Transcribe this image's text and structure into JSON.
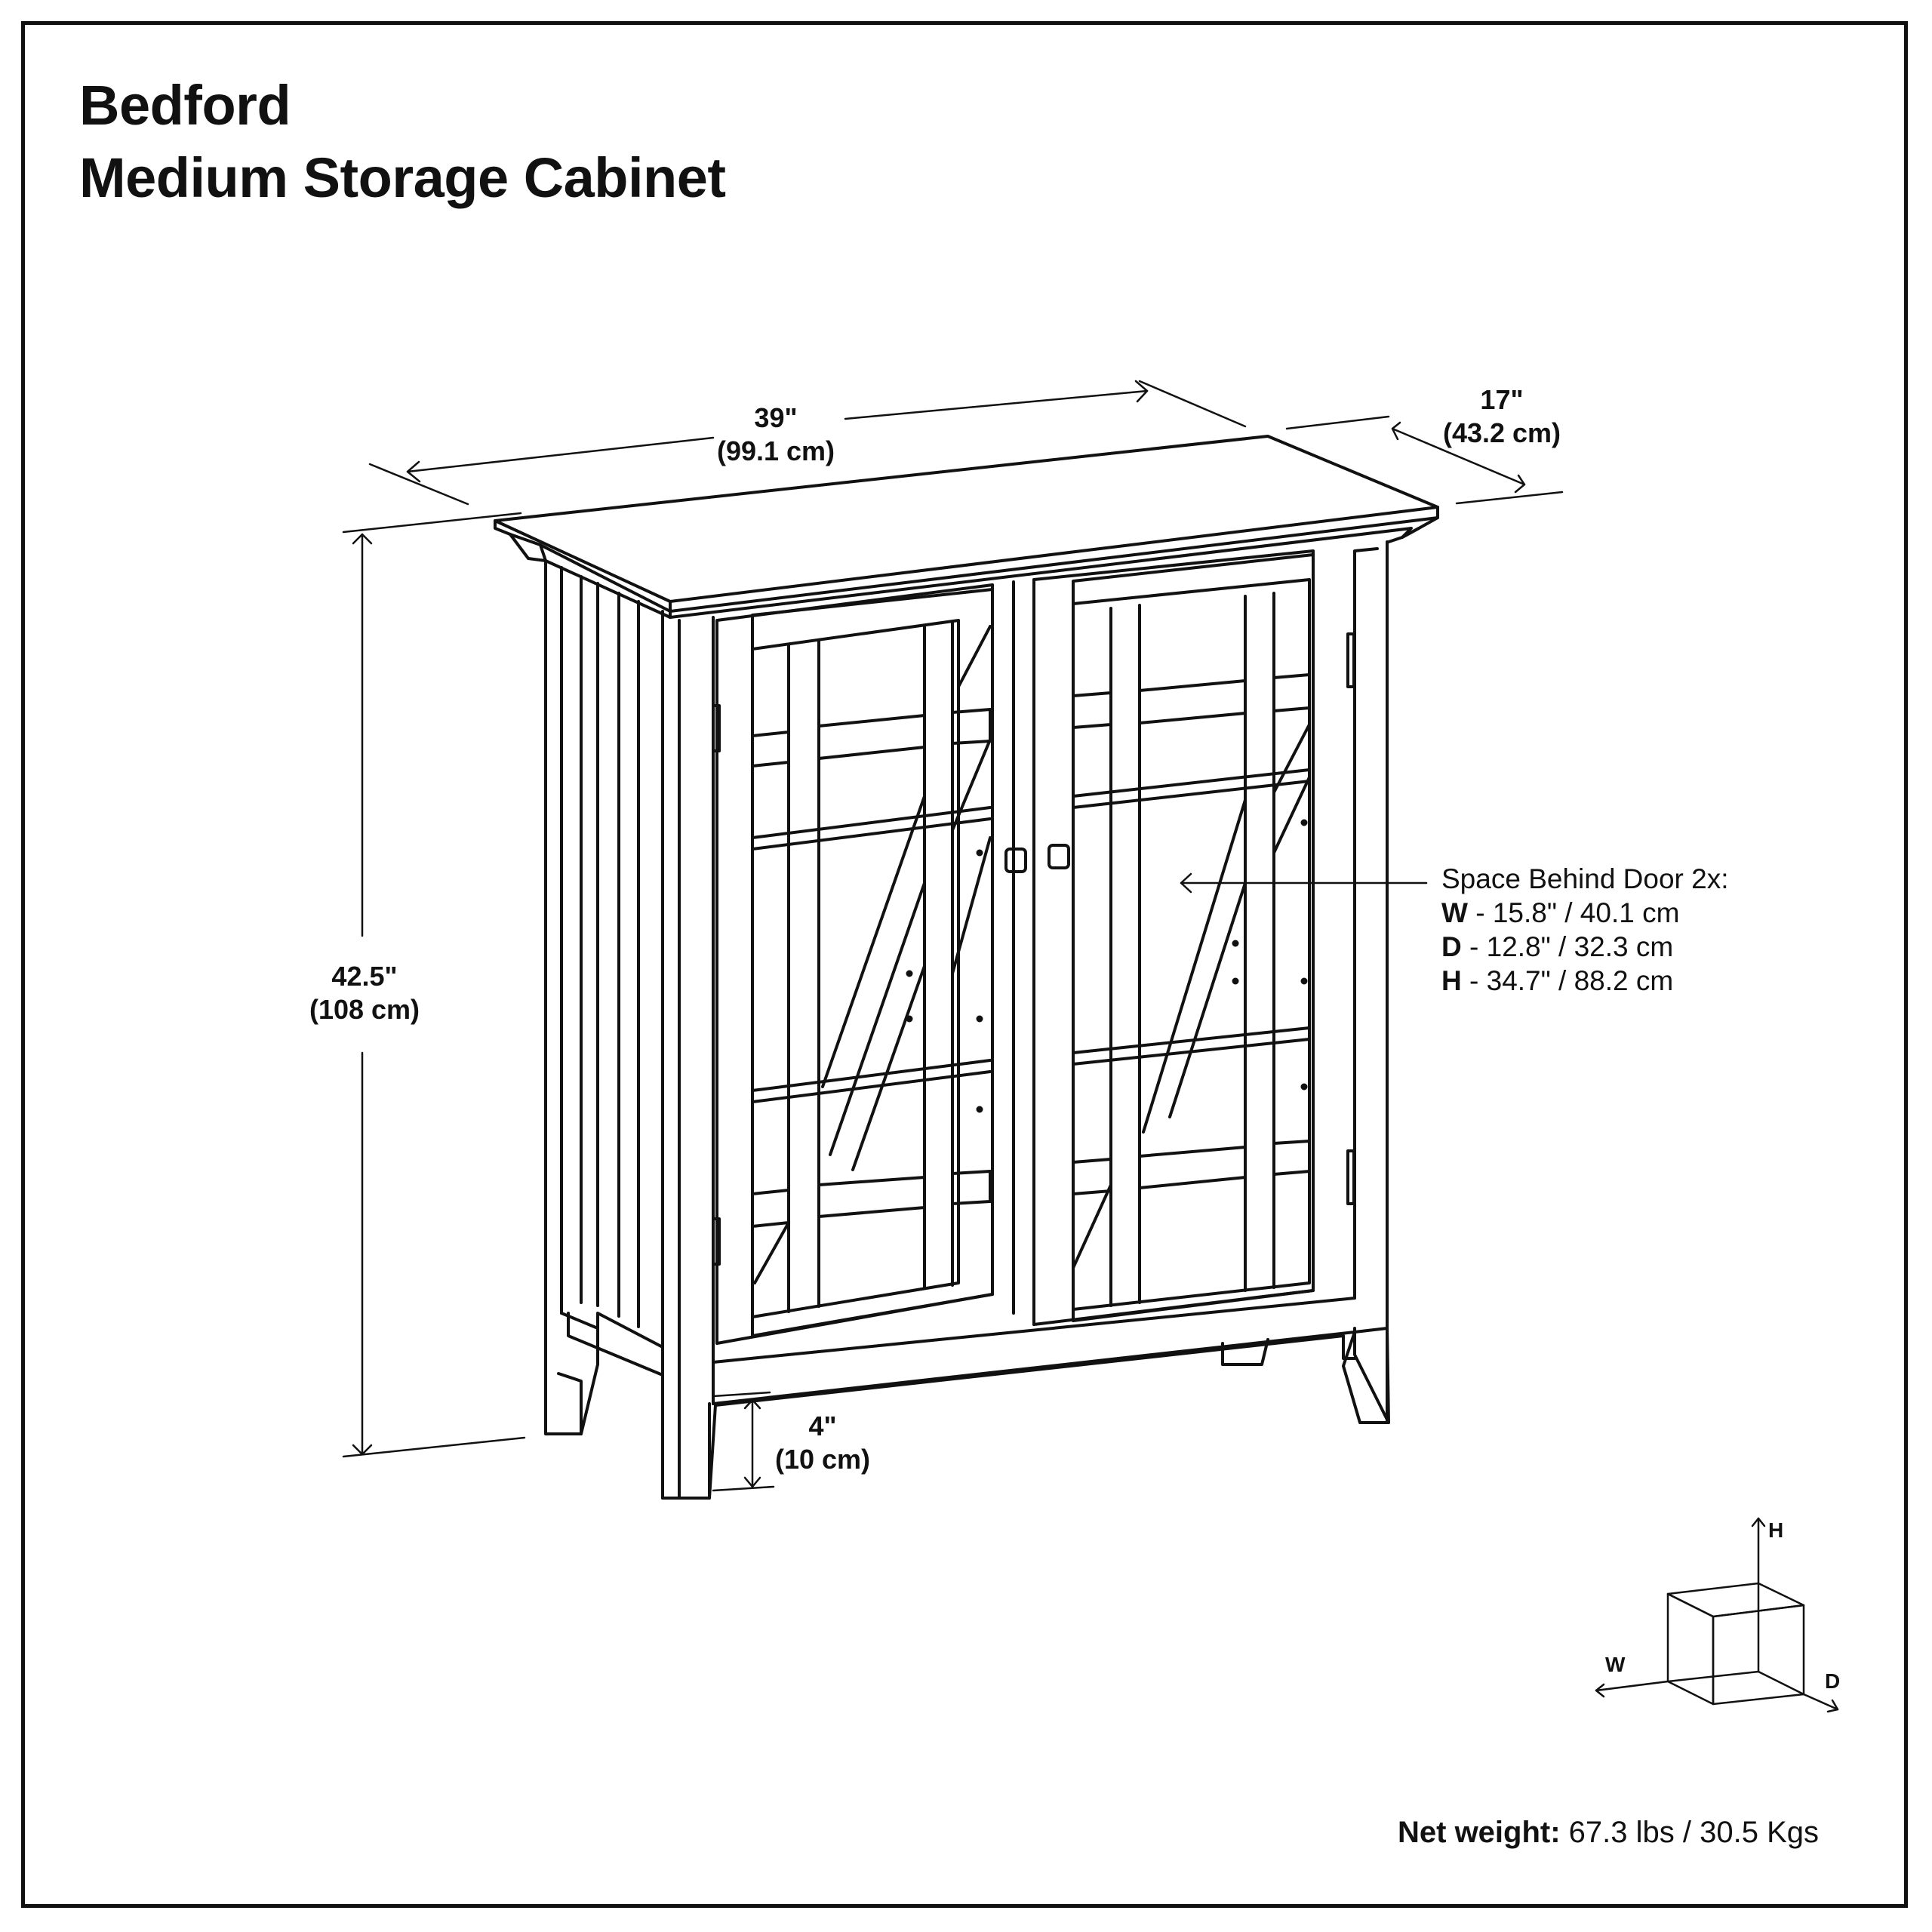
{
  "title": {
    "line1": "Bedford",
    "line2": "Medium Storage Cabinet"
  },
  "dimensions": {
    "width": {
      "imperial": "39\"",
      "metric": "(99.1 cm)"
    },
    "depth": {
      "imperial": "17\"",
      "metric": "(43.2 cm)"
    },
    "height": {
      "imperial": "42.5\"",
      "metric": "(108 cm)"
    },
    "leg_clearance": {
      "imperial": "4\"",
      "metric": "(10 cm)"
    }
  },
  "space_behind_door": {
    "heading": "Space Behind Door 2x:",
    "rows": [
      {
        "key": "W",
        "value": " - 15.8\" / 40.1 cm"
      },
      {
        "key": "D",
        "value": " - 12.8\" / 32.3 cm"
      },
      {
        "key": "H",
        "value": " - 34.7\" / 88.2 cm"
      }
    ]
  },
  "axis_labels": {
    "h": "H",
    "w": "W",
    "d": "D"
  },
  "net_weight": {
    "label": "Net weight:",
    "value": " 67.3 lbs / 30.5 Kgs"
  },
  "colors": {
    "line": "#111111",
    "background": "#ffffff"
  }
}
